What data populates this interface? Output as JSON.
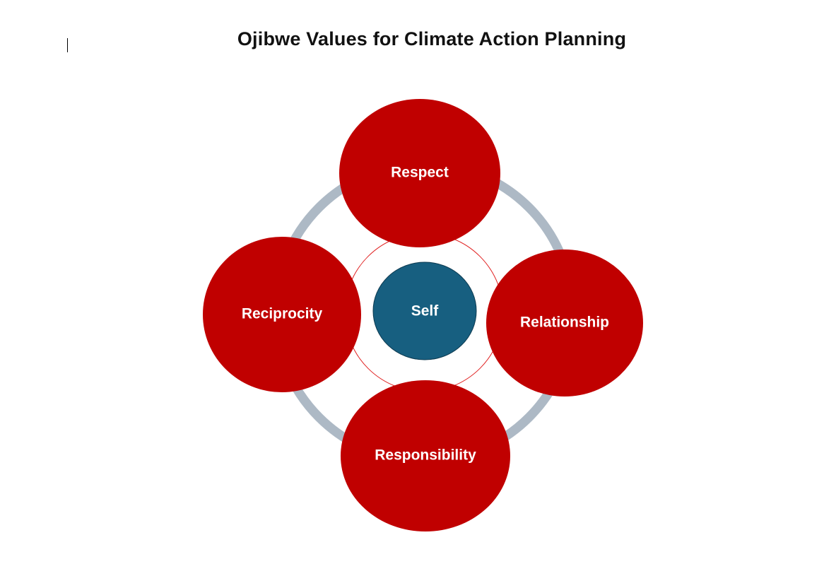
{
  "title": "Ojibwe Values for Climate Action Planning",
  "center": {
    "label": "Self",
    "color": "#175f80"
  },
  "nodes": [
    {
      "id": "respect",
      "label": "Respect"
    },
    {
      "id": "relationship",
      "label": "Relationship"
    },
    {
      "id": "responsibility",
      "label": "Responsibility"
    },
    {
      "id": "reciprocity",
      "label": "Reciprocity"
    }
  ],
  "colors": {
    "node_fill": "#c00000",
    "ring": "#adb9c5",
    "inner_ring": "#e02020"
  }
}
